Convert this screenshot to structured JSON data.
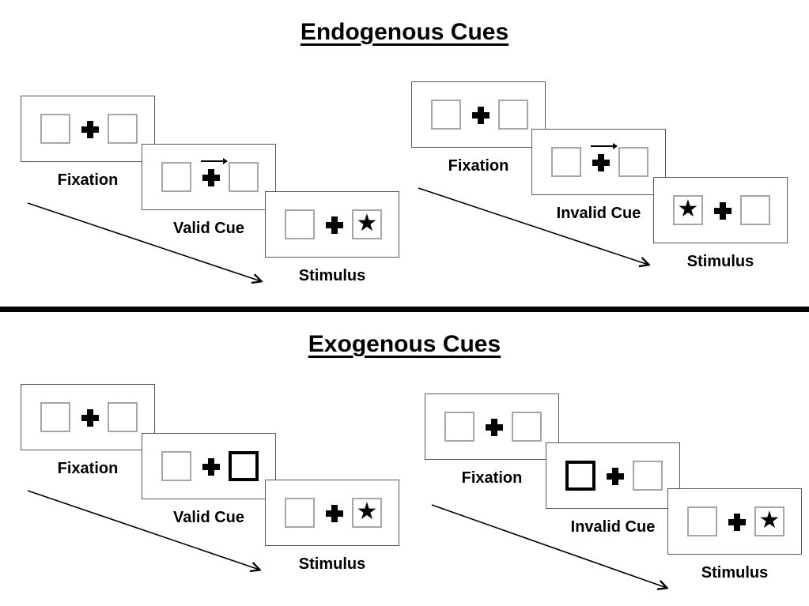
{
  "figure": {
    "sections": [
      {
        "title": "Endogenous Cues",
        "sequences": [
          {
            "name": "valid",
            "panels": [
              {
                "label": "Fixation",
                "left": "empty",
                "right": "empty",
                "cue_arrow": false
              },
              {
                "label": "Valid Cue",
                "left": "empty",
                "right": "empty",
                "cue_arrow": true
              },
              {
                "label": "Stimulus",
                "left": "empty",
                "right": "star",
                "cue_arrow": false
              }
            ]
          },
          {
            "name": "invalid",
            "panels": [
              {
                "label": "Fixation",
                "left": "empty",
                "right": "empty",
                "cue_arrow": false
              },
              {
                "label": "Invalid Cue",
                "left": "empty",
                "right": "empty",
                "cue_arrow": true
              },
              {
                "label": "Stimulus",
                "left": "star",
                "right": "empty",
                "cue_arrow": false
              }
            ]
          }
        ]
      },
      {
        "title": "Exogenous Cues",
        "sequences": [
          {
            "name": "valid",
            "panels": [
              {
                "label": "Fixation",
                "left": "empty",
                "right": "empty",
                "cue_arrow": false
              },
              {
                "label": "Valid Cue",
                "left": "empty",
                "right": "thick",
                "cue_arrow": false
              },
              {
                "label": "Stimulus",
                "left": "empty",
                "right": "star",
                "cue_arrow": false
              }
            ]
          },
          {
            "name": "invalid",
            "panels": [
              {
                "label": "Fixation",
                "left": "empty",
                "right": "empty",
                "cue_arrow": false
              },
              {
                "label": "Invalid Cue",
                "left": "thick",
                "right": "empty",
                "cue_arrow": false
              },
              {
                "label": "Stimulus",
                "left": "empty",
                "right": "star",
                "cue_arrow": false
              }
            ]
          }
        ]
      }
    ]
  },
  "glyphs": {
    "star": "★"
  },
  "colors": {
    "ink": "#000000",
    "panel_border": "#595959",
    "box_border": "#a6a6a6",
    "background": "#ffffff"
  }
}
